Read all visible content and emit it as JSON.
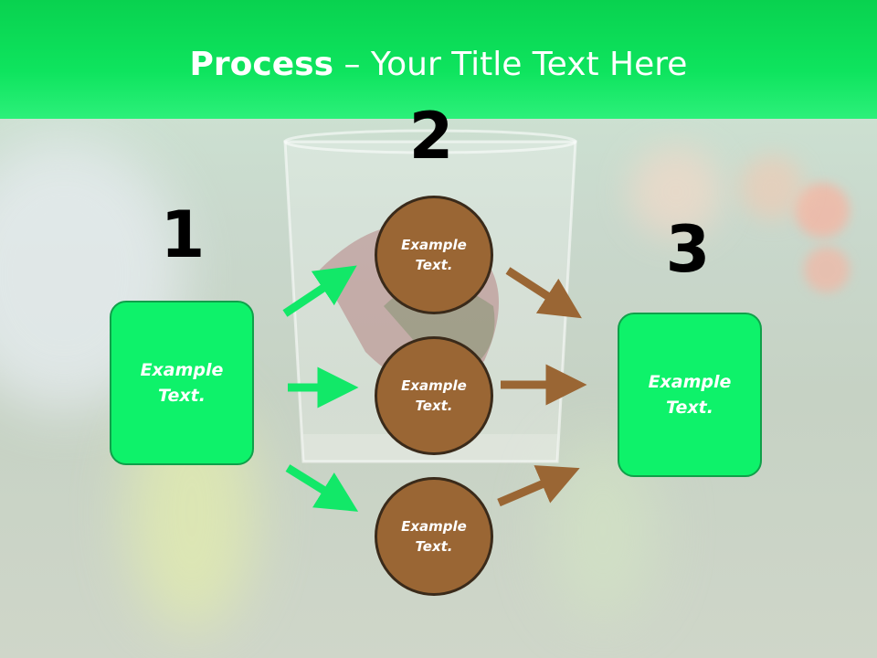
{
  "header": {
    "title_bold": "Process",
    "title_rest": " – Your Title Text Here"
  },
  "steps": [
    {
      "number": "1",
      "text": "Example Text."
    },
    {
      "number": "2",
      "items": [
        "Example Text.",
        "Example Text.",
        "Example Text."
      ]
    },
    {
      "number": "3",
      "text": "Example Text."
    }
  ],
  "colors": {
    "header_green": "#0ee45e",
    "box_green": "#0ef26a",
    "circle_brown": "#9a6634",
    "arrow_green": "#12e868",
    "arrow_brown": "#9a6634"
  }
}
